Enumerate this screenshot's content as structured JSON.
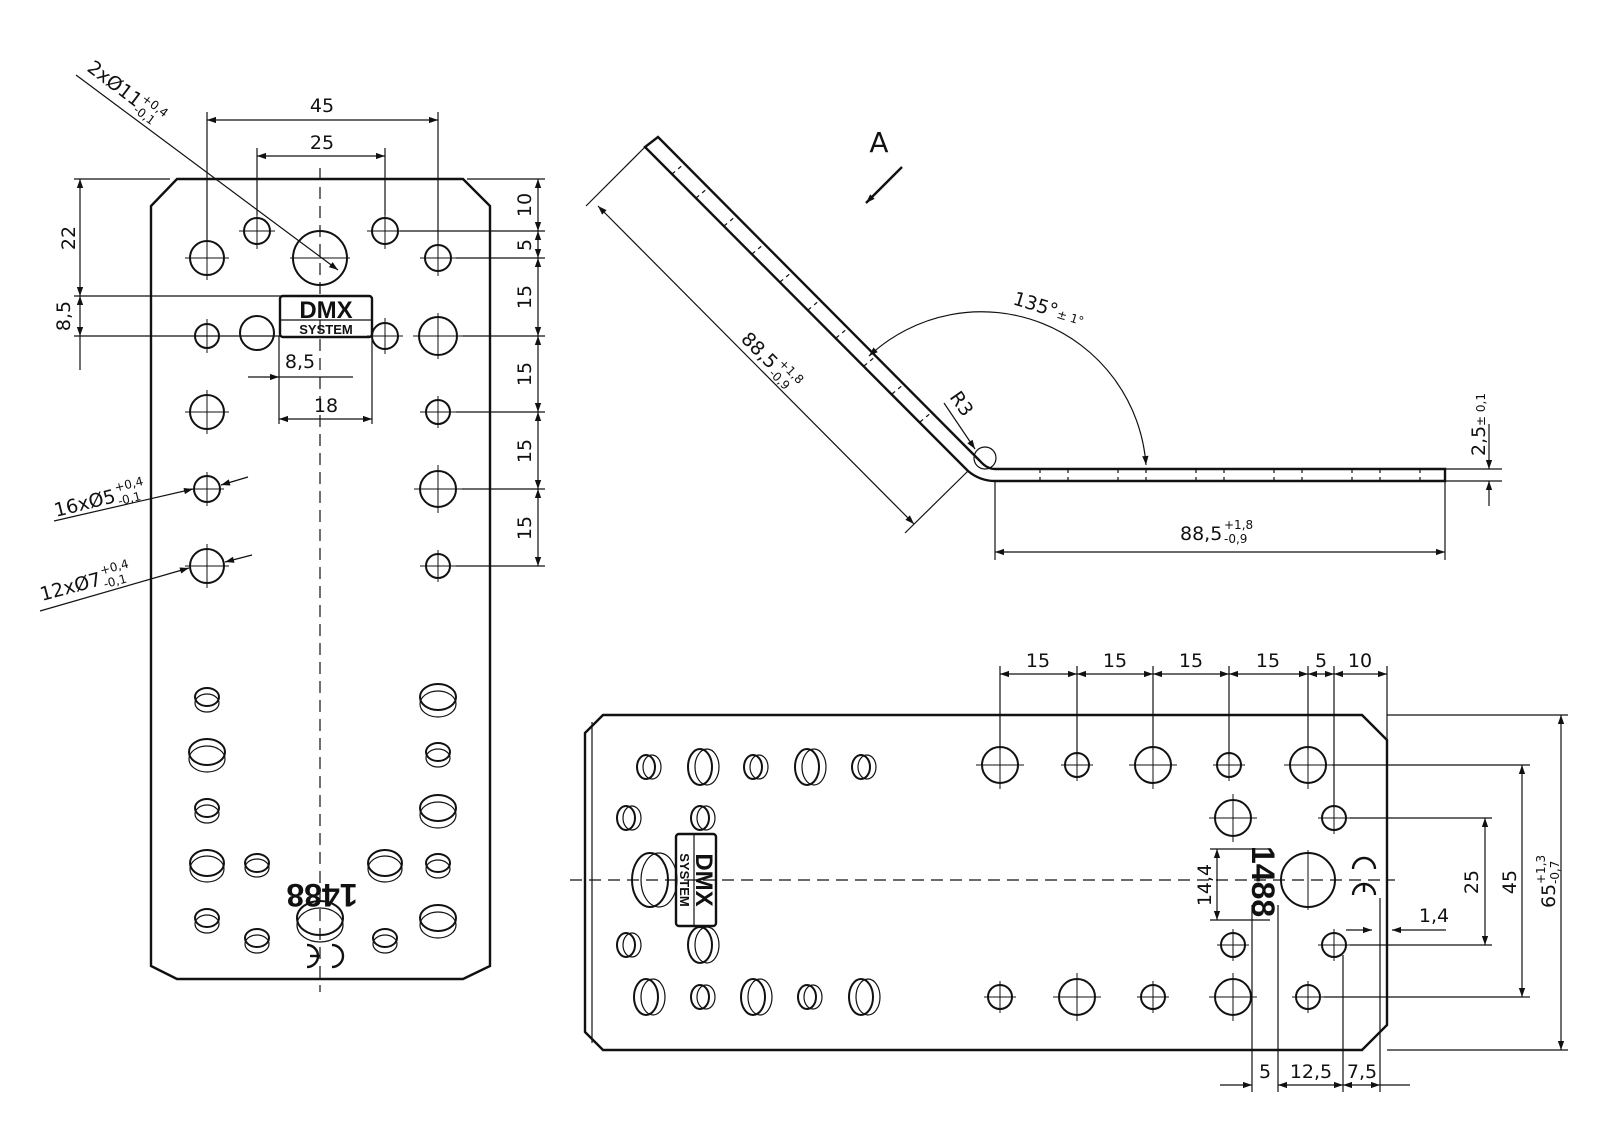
{
  "drawing": {
    "view_label": "A",
    "front_view": {
      "dim_top_45": "45",
      "dim_top_25": "25",
      "dim_left_22": "22",
      "dim_left_8_5": "8,5",
      "dim_8_5": "8,5",
      "dim_18": "18",
      "dim_right_10": "10",
      "dim_right_5": "5",
      "dim_right_15": [
        "15",
        "15",
        "15",
        "15"
      ],
      "callout_large": {
        "text": "2xØ11",
        "tol_plus": "+0,4",
        "tol_minus": "-0,1"
      },
      "callout_small": {
        "text": "16xØ5",
        "tol_plus": "+0,4",
        "tol_minus": "-0,1"
      },
      "callout_medium": {
        "text": "12xØ7",
        "tol_plus": "+0,4",
        "tol_minus": "-0,1"
      },
      "stamp_number": "1488",
      "logo_top": "DMX",
      "logo_bottom": "SYSTEM"
    },
    "side_view": {
      "leg_length": {
        "text": "88,5",
        "tol_plus": "+1,8",
        "tol_minus": "-0,9"
      },
      "base_length": {
        "text": "88,5",
        "tol_plus": "+1,8",
        "tol_minus": "-0,9"
      },
      "angle": {
        "text": "135°",
        "tol": "± 1°"
      },
      "radius": "R3",
      "thickness": {
        "text": "2,5",
        "tol": "± 0,1"
      }
    },
    "bottom_view": {
      "dim_top": [
        "15",
        "15",
        "15",
        "15",
        "5",
        "10"
      ],
      "dim_bottom": [
        "5",
        "12,5",
        "7,5"
      ],
      "dim_14_4": "14,4",
      "dim_25": "25",
      "dim_45": "45",
      "dim_1_4": "1,4",
      "dim_65": {
        "text": "65",
        "tol_plus": "+1,3",
        "tol_minus": "-0,7"
      },
      "stamp_number": "1488"
    }
  }
}
